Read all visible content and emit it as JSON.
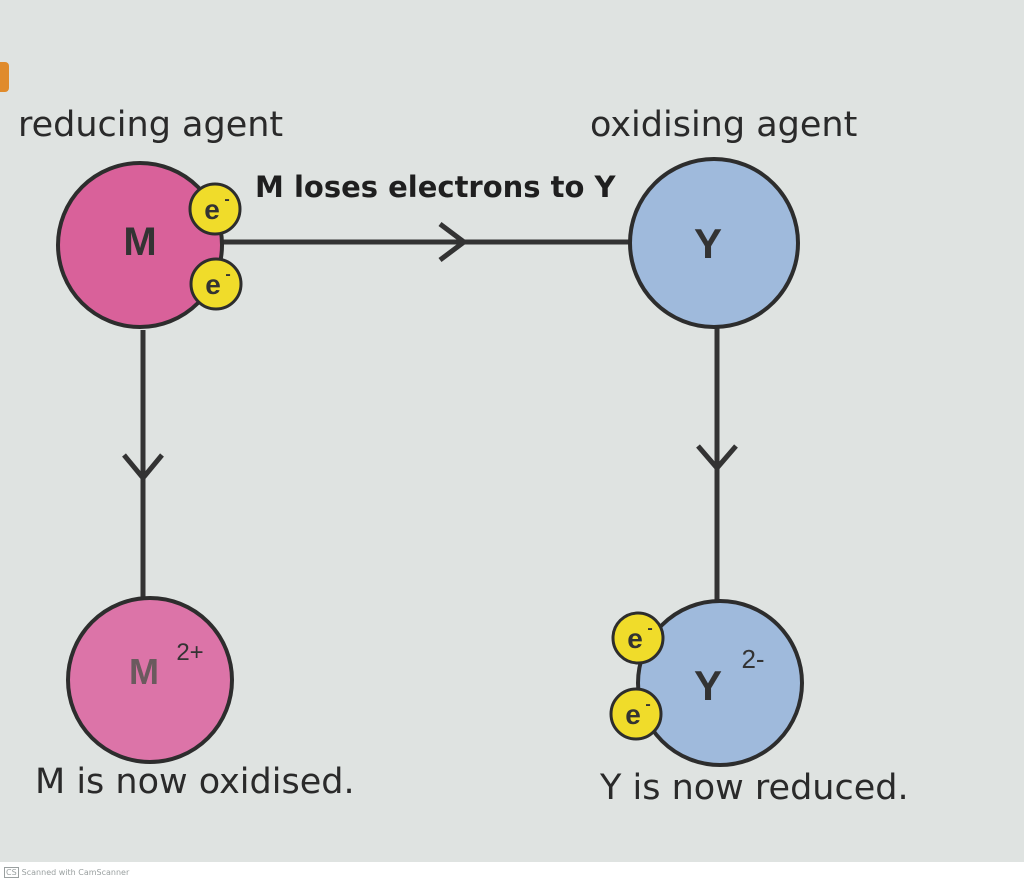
{
  "labels": {
    "reducing_agent": "reducing agent",
    "oxidising_agent": "oxidising agent",
    "transfer": "M loses electrons to Y",
    "m_oxidised": "M is now oxidised.",
    "y_reduced": "Y is now reduced."
  },
  "nodes": {
    "m": {
      "symbol": "M",
      "charge": ""
    },
    "y": {
      "symbol": "Y",
      "charge": ""
    },
    "m_ion": {
      "symbol": "M",
      "charge": "2+"
    },
    "y_ion": {
      "symbol": "Y",
      "charge": "2-"
    }
  },
  "electron": {
    "symbol": "e",
    "charge": "-"
  },
  "scanner_watermark": {
    "badge": "CS",
    "text": "Scanned with CamScanner"
  },
  "colors": {
    "background": "#dfe3e1",
    "m_fill": "#d9619a",
    "m_ion_fill": "#dc74a8",
    "y_fill": "#9fbadc",
    "electron_fill": "#f0dc2a",
    "outline": "#2d2d2d",
    "arrow": "#333333"
  }
}
